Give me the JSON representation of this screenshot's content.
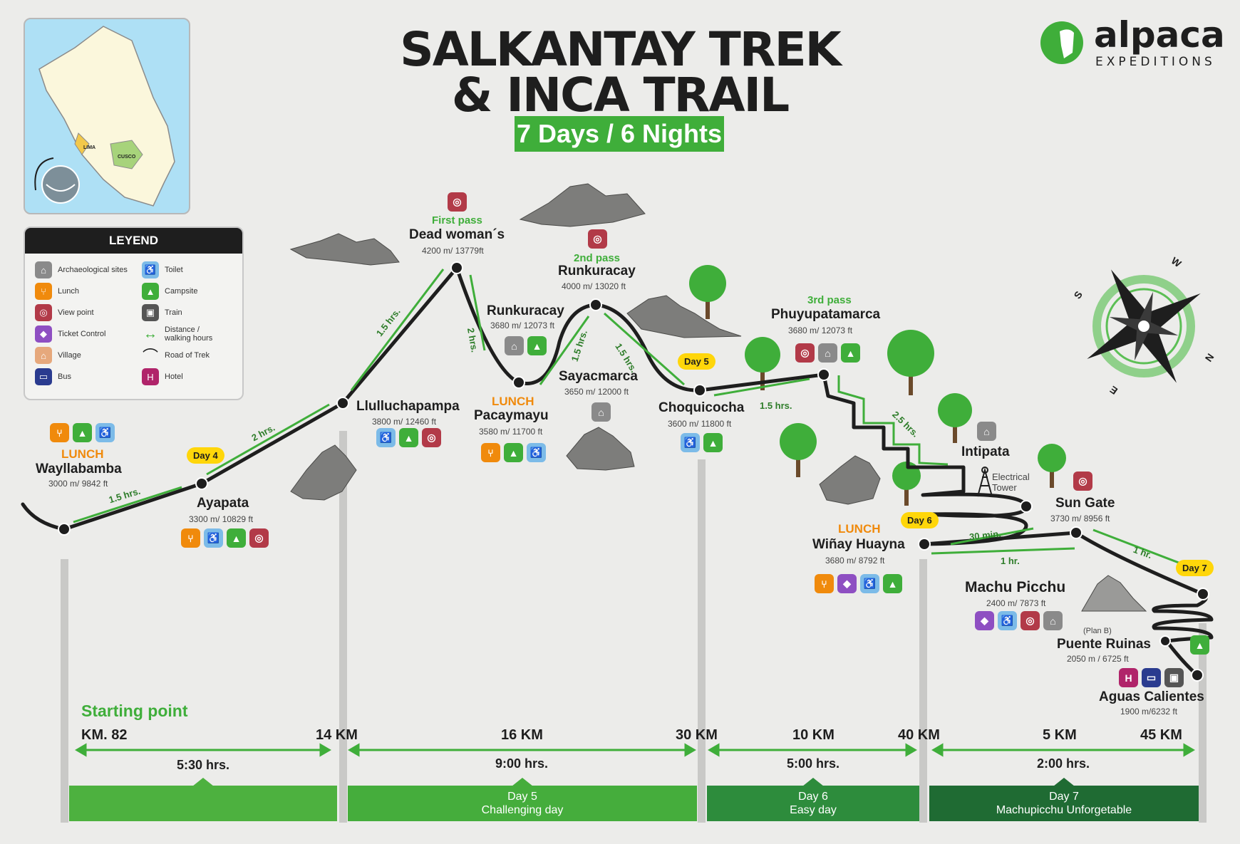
{
  "title": {
    "line1": "SALKANTAY TREK",
    "line2": "& INCA TRAIL",
    "subtitle": "7 Days / 6 Nights"
  },
  "logo": {
    "word": "alpaca",
    "sub": "EXPEDITIONS"
  },
  "map_labels": {
    "lima": "LIMA",
    "cusco": "CUSCO"
  },
  "legend": {
    "title": "LEYEND",
    "items": [
      {
        "icon": "archaeological-icon",
        "label": "Archaeological sites"
      },
      {
        "icon": "toilet-icon",
        "label": "Toilet"
      },
      {
        "icon": "lunch-icon",
        "label": "Lunch"
      },
      {
        "icon": "campsite-icon",
        "label": "Campsite"
      },
      {
        "icon": "view-point-icon",
        "label": "View point"
      },
      {
        "icon": "train-icon",
        "label": "Train"
      },
      {
        "icon": "ticket-control-icon",
        "label": "Ticket Control"
      },
      {
        "icon": "distance-icon",
        "label": "Distance / walking hours"
      },
      {
        "icon": "village-icon",
        "label": "Village"
      },
      {
        "icon": "road-icon",
        "label": "Road of Trek"
      },
      {
        "icon": "bus-icon",
        "label": "Bus"
      },
      {
        "icon": "hotel-icon",
        "label": "Hotel"
      }
    ]
  },
  "places": {
    "wayllabamba": {
      "tag": "LUNCH",
      "name": "Wayllabamba",
      "alt": "3000 m/ 9842 ft"
    },
    "ayapata": {
      "name": "Ayapata",
      "alt": "3300 m/ 10829 ft"
    },
    "llulluchapampa": {
      "name": "Llulluchapampa",
      "alt": "3800 m/ 12460 ft"
    },
    "dead_woman": {
      "tag": "First pass",
      "name": "Dead woman´s",
      "alt": "4200 m/ 13779ft"
    },
    "runkuracay_ruins": {
      "name": "Runkuracay",
      "alt": "3680 m/ 12073 ft"
    },
    "pacaymayu": {
      "tag": "LUNCH",
      "name": "Pacaymayu",
      "alt": "3580 m/ 11700 ft"
    },
    "runkuracay_pass": {
      "tag": "2nd pass",
      "name": "Runkuracay",
      "alt": "4000 m/ 13020 ft"
    },
    "sayacmarca": {
      "name": "Sayacmarca",
      "alt": "3650 m/ 12000 ft"
    },
    "choquicocha": {
      "name": "Choquicocha",
      "alt": "3600 m/ 11800 ft"
    },
    "phuyupatamarca": {
      "tag": "3rd pass",
      "name": "Phuyupatamarca",
      "alt": "3680 m/ 12073 ft"
    },
    "intipata": {
      "name": "Intipata"
    },
    "electrical_tower": {
      "line1": "Electrical",
      "line2": "Tower"
    },
    "winay_huayna": {
      "tag": "LUNCH",
      "name": "Wiñay Huayna",
      "alt": "3680 m/ 8792 ft"
    },
    "sun_gate": {
      "name": "Sun Gate",
      "alt": "3730 m/ 8956 ft"
    },
    "machu_picchu": {
      "name": "Machu Picchu",
      "alt": "2400 m/ 7873 ft"
    },
    "puente_ruinas": {
      "tag": "(Plan B)",
      "name": "Puente Ruinas",
      "alt": "2050 m / 6725 ft"
    },
    "aguas_calientes": {
      "name": "Aguas Calientes",
      "alt": "1900 m/6232 ft"
    }
  },
  "days": {
    "day4": "Day 4",
    "day5": "Day 5",
    "day6": "Day 6",
    "day7": "Day 7"
  },
  "walks": {
    "w1": "1.5 hrs.",
    "w2": "2 hrs.",
    "w3": "1.5 hrs.",
    "w4": "2 hrs.",
    "w5": "1.5 hrs.",
    "w6": "1.5 hrs.",
    "w7": "1.5 hrs.",
    "w8": "2.5 hrs.",
    "w9": "30 min.",
    "w10": "1 hr.",
    "w11": "1 hr."
  },
  "bottom": {
    "start": "Starting point",
    "km": [
      "KM. 82",
      "14 KM",
      "16 KM",
      "30 KM",
      "10 KM",
      "40 KM",
      "5 KM",
      "45 KM"
    ],
    "hrs": [
      "5:30 hrs.",
      "9:00 hrs.",
      "5:00 hrs.",
      "2:00 hrs."
    ],
    "bands": [
      {
        "line1": "",
        "line2": ""
      },
      {
        "line1": "Day 5",
        "line2": "Challenging day"
      },
      {
        "line1": "Day 6",
        "line2": "Easy day"
      },
      {
        "line1": "Day 7",
        "line2": "Machupicchu Unforgetable"
      }
    ]
  },
  "compass": {
    "w": "W",
    "s": "S",
    "n": "N",
    "e": "E"
  },
  "colors": {
    "green": "#3fae3a",
    "dark_green": "#1f6b33",
    "mid_green": "#2d8c3c",
    "road": "#1e1e1e",
    "lunch": "#f08a0c",
    "day_badge": "#ffd60a"
  }
}
